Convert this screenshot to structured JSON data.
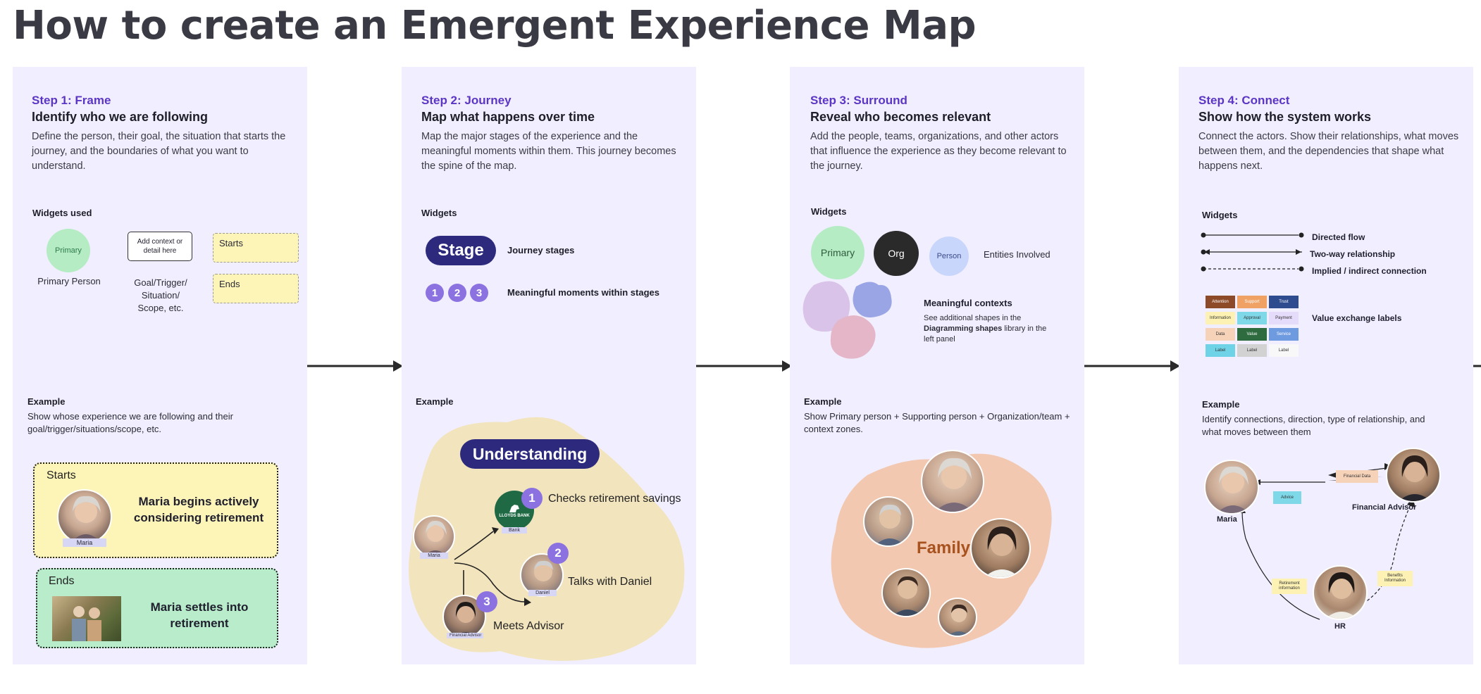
{
  "page": {
    "title": "How to create an Emergent Experience Map"
  },
  "step1": {
    "label": "Step 1: Frame",
    "heading": "Identify who we are following",
    "description": "Define the person, their goal, the situation that starts the journey, and the boundaries of what you want to understand.",
    "widgets_title": "Widgets used",
    "primary_circle": "Primary",
    "primary_caption": "Primary Person",
    "context_box": "Add context or detail here",
    "context_caption": "Goal/Trigger/ Situation/ Scope, etc.",
    "starts_sticky": "Starts",
    "ends_sticky": "Ends",
    "example_title": "Example",
    "example_text": "Show whose experience we are following and their goal/trigger/situations/scope, etc.",
    "starts_card": {
      "title": "Starts",
      "name_tag": "Maria",
      "text": "Maria begins actively considering retirement"
    },
    "ends_card": {
      "title": "Ends",
      "text": "Maria settles into retirement"
    }
  },
  "step2": {
    "label": "Step 2: Journey",
    "heading": "Map what happens over time",
    "description": "Map the major stages of the experience and the meaningful moments within them. This journey becomes the spine of the map.",
    "widgets_title": "Widgets",
    "stage_pill": "Stage",
    "stage_caption": "Journey stages",
    "moments": [
      "1",
      "2",
      "3"
    ],
    "moments_caption": "Meaningful moments within stages",
    "example_title": "Example",
    "example_stage": "Understanding",
    "bank_logo": "LLOYDS BANK",
    "bank_tag": "Bank",
    "maria_tag": "Maria",
    "daniel_tag": "Daniel",
    "advisor_tag": "Financial Advisor",
    "moment_1": "Checks retirement savings",
    "moment_2": "Talks with Daniel",
    "moment_3": "Meets Advisor"
  },
  "step3": {
    "label": "Step 3: Surround",
    "heading": "Reveal who becomes relevant",
    "description": "Add the people, teams, organizations, and other actors that influence the experience as they become relevant to the journey.",
    "widgets_title": "Widgets",
    "primary_circle": "Primary",
    "org_circle": "Org",
    "person_circle": "Person",
    "entities_caption": "Entities Involved",
    "contexts_title": "Meaningful contexts",
    "contexts_text_1": "See additional shapes in the",
    "contexts_text_bold": "Diagramming shapes",
    "contexts_text_2": "library in the left panel",
    "example_title": "Example",
    "example_text": "Show Primary person + Supporting person + Organization/team + context zones.",
    "family_label": "Family"
  },
  "step4": {
    "label": "Step 4: Connect",
    "heading": "Show how the system works",
    "description": "Connect the actors. Show their relationships, what moves between them, and the dependencies that shape what happens next.",
    "widgets_title": "Widgets",
    "directed_flow": "Directed flow",
    "two_way": "Two-way relationship",
    "implied": "Implied / indirect connection",
    "value_labels": [
      "Attention",
      "Support",
      "Trust",
      "Information",
      "Approval",
      "Payment",
      "Data",
      "Value",
      "Service",
      "Label",
      "Label",
      "Label"
    ],
    "value_caption": "Value exchange labels",
    "example_title": "Example",
    "example_text": "Identify connections, direction, type of relationship, and what moves between them",
    "maria_name": "Maria",
    "advisor_name": "Financial Advisor",
    "hr_name": "HR",
    "label_financial_data": "Financial Data",
    "label_advice": "Advice",
    "label_retirement_info": "Retirement information",
    "label_benefits_info": "Benefits Information"
  },
  "colors": {
    "panel_bg": "#f1efff",
    "accent_purple": "#5b35c4",
    "stage_navy": "#2d2a7e",
    "primary_green": "#b5ecc4",
    "sticky_yellow": "#fdf4b8",
    "person_blue": "#c9d6fb",
    "org_dark": "#2a2a2a"
  }
}
